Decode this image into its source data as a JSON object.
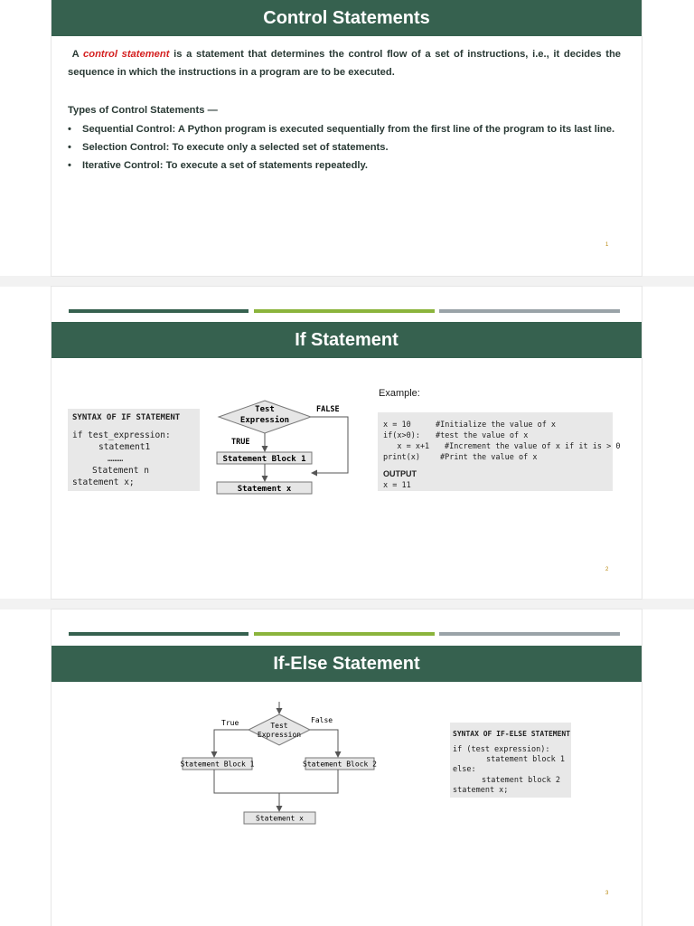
{
  "slide1": {
    "title": "Control Statements",
    "intro_a": "A",
    "intro_em": "control statement",
    "intro_rest": "is a statement that determines the control flow of a set of instructions, i.e., it decides the sequence in which the instructions in a program are to be executed.",
    "types_heading": "Types of  Control Statements —",
    "bullets": [
      "Sequential Control:  A Python program is executed sequentially from the first line of the program to its last line.",
      "Selection Control:  To execute only a selected set of statements.",
      "Iterative Control:  To execute a set of statements repeatedly."
    ],
    "page_number": "1"
  },
  "slide2": {
    "title": "If Statement",
    "syntax": {
      "heading": "SYNTAX OF IF STATEMENT",
      "lines": [
        "if test_expression:",
        "statement1",
        "………",
        "Statement n",
        "statement x;"
      ]
    },
    "flow": {
      "decision_line1": "Test",
      "decision_line2": "Expression",
      "false_label": "FALSE",
      "true_label": "TRUE",
      "block": "Statement Block 1",
      "next": "Statement x"
    },
    "example_label": "Example:",
    "example": {
      "rows": [
        {
          "code": "x = 10",
          "comment": "#Initialize the value of x"
        },
        {
          "code": "if(x>0):",
          "comment": "#test the value of x"
        },
        {
          "code": "   x = x+1",
          "comment": "#Increment the value of x if it is > 0"
        },
        {
          "code": "print(x)",
          "comment": "#Print the value of x"
        }
      ],
      "output_label": "OUTPUT",
      "output_value": "x = 11"
    },
    "page_number": "2"
  },
  "slide3": {
    "title": "If-Else Statement",
    "flow": {
      "true_label": "True",
      "false_label": "False",
      "decision_line1": "Test",
      "decision_line2": "Expression",
      "block1": "Statement Block 1",
      "block2": "Statement Block 2",
      "next": "Statement x"
    },
    "syntax": {
      "heading": "SYNTAX OF IF-ELSE STATEMENT",
      "lines": [
        "if (test expression):",
        "statement block 1",
        "else:",
        "statement block 2",
        "statement x;"
      ]
    },
    "page_number": "3"
  },
  "colors": {
    "title_bar": "#36614f",
    "stripe_dark": "#36614f",
    "stripe_green": "#8bb43c",
    "stripe_gray": "#9aa3a8",
    "highlight": "#d42020"
  }
}
